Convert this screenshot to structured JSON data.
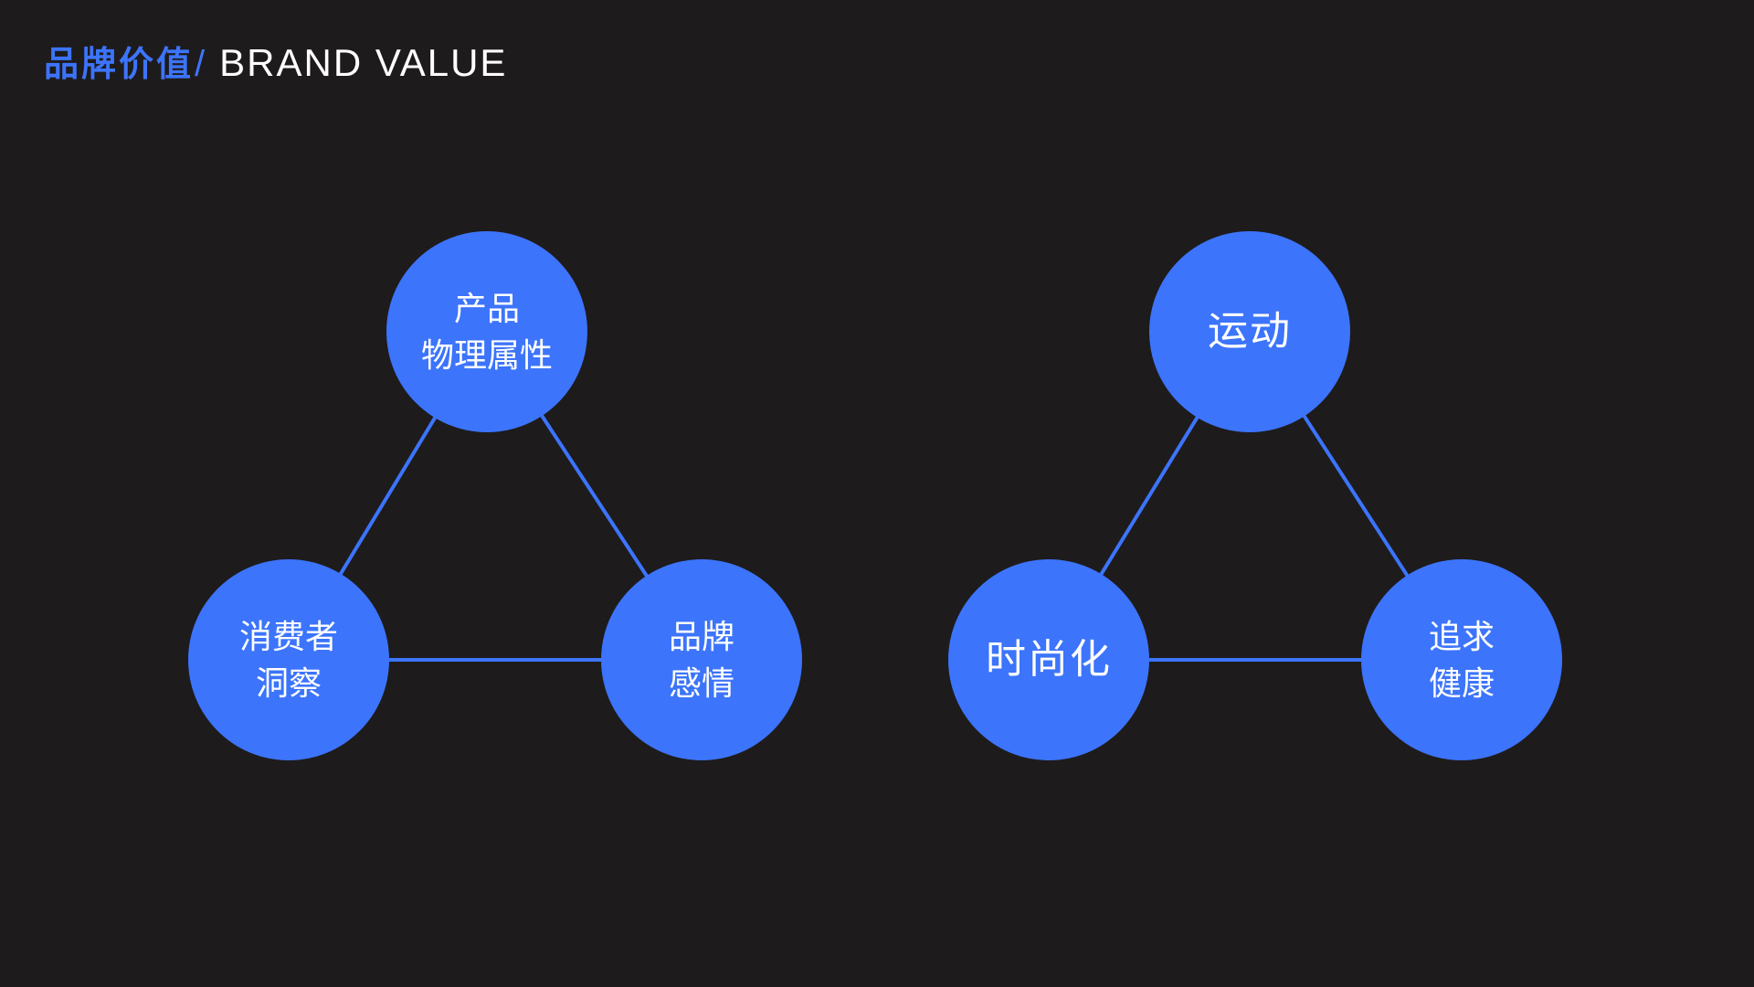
{
  "header": {
    "title_zh": "品牌价值",
    "slash": "/",
    "title_en": "BRAND VALUE"
  },
  "colors": {
    "background": "#1E1B1C",
    "node_blue": "#3C74FB",
    "line_blue": "#3C74FB",
    "title_accent_blue": "#3C74FB",
    "text_white": "#FFFFFF"
  },
  "diagrams": [
    {
      "id": "brand-value-triangle-left",
      "shape": "triangle",
      "nodes": [
        {
          "id": "product-physical-attributes",
          "label": "产品\n物理属性"
        },
        {
          "id": "consumer-insight",
          "label": "消费者\n洞察"
        },
        {
          "id": "brand-emotion",
          "label": "品牌\n感情"
        }
      ]
    },
    {
      "id": "brand-value-triangle-right",
      "shape": "triangle",
      "nodes": [
        {
          "id": "sport",
          "label": "运动"
        },
        {
          "id": "fashion-oriented",
          "label": "时尚化"
        },
        {
          "id": "pursue-health",
          "label": "追求\n健康"
        }
      ]
    }
  ]
}
